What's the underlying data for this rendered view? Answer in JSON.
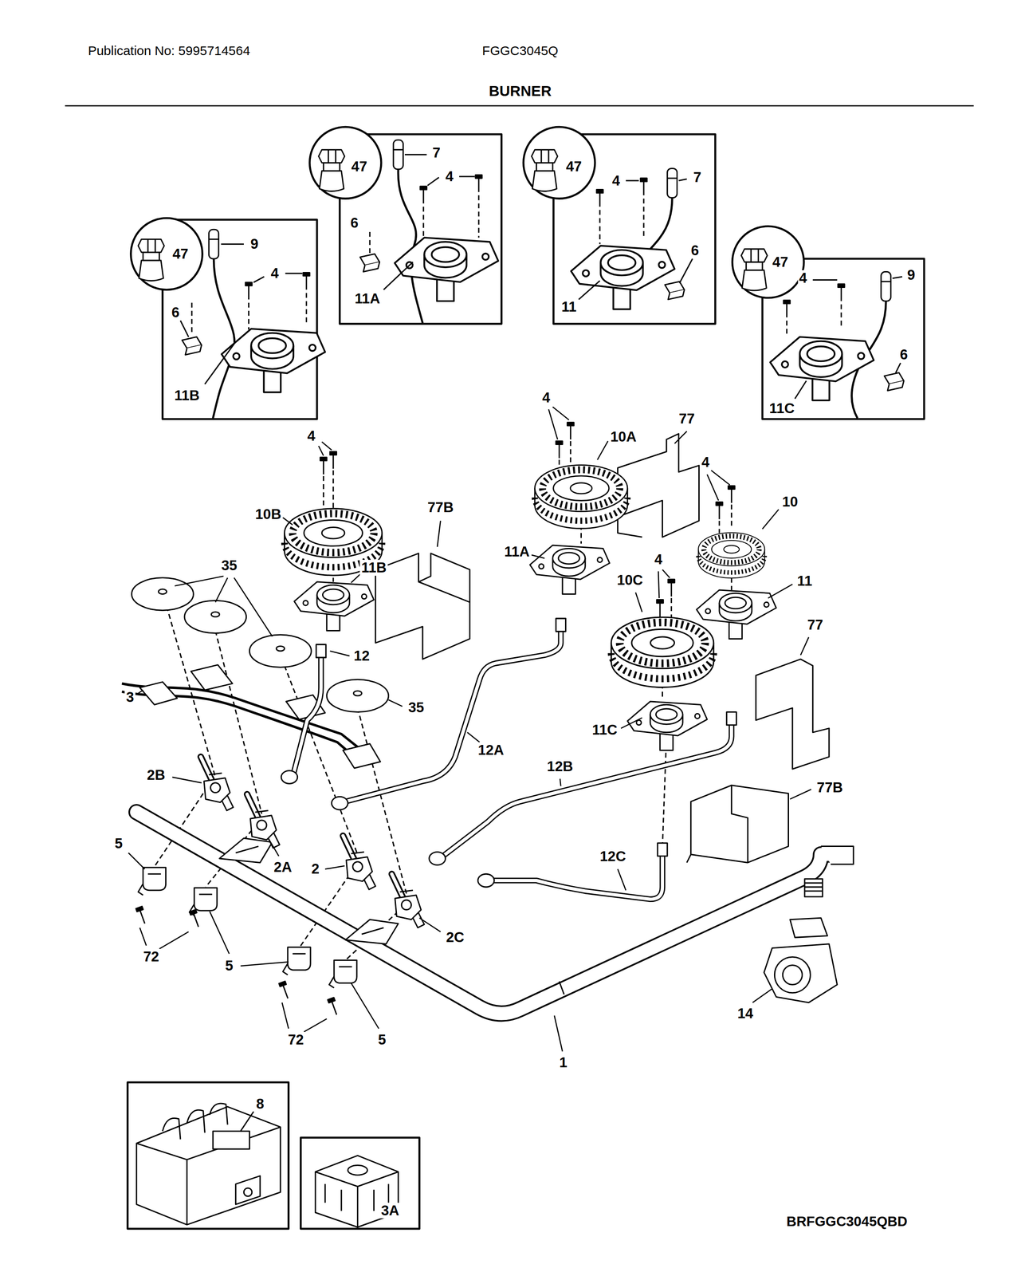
{
  "diagram": {
    "title": "BURNER",
    "labels": [
      "Publication No: 5995714564",
      "FGGC3045Q",
      "47",
      "9",
      "4",
      "6",
      "11B",
      "47",
      "7",
      "4",
      "6",
      "11A",
      "47",
      "4",
      "7",
      "6",
      "11",
      "47",
      "4",
      "9",
      "6",
      "11C",
      "4",
      "10B",
      "77B",
      "35",
      "11B",
      "4",
      "10A",
      "77",
      "11A",
      "4",
      "10",
      "4",
      "10C",
      "11",
      "77",
      "3",
      "12",
      "35",
      "12A",
      "11C",
      "2B",
      "12B",
      "77B",
      "5",
      "2A",
      "2",
      "12C",
      "72",
      "5",
      "2C",
      "14",
      "72",
      "5",
      "1",
      "8",
      "3A",
      "BRFGGC3045QBD"
    ]
  }
}
